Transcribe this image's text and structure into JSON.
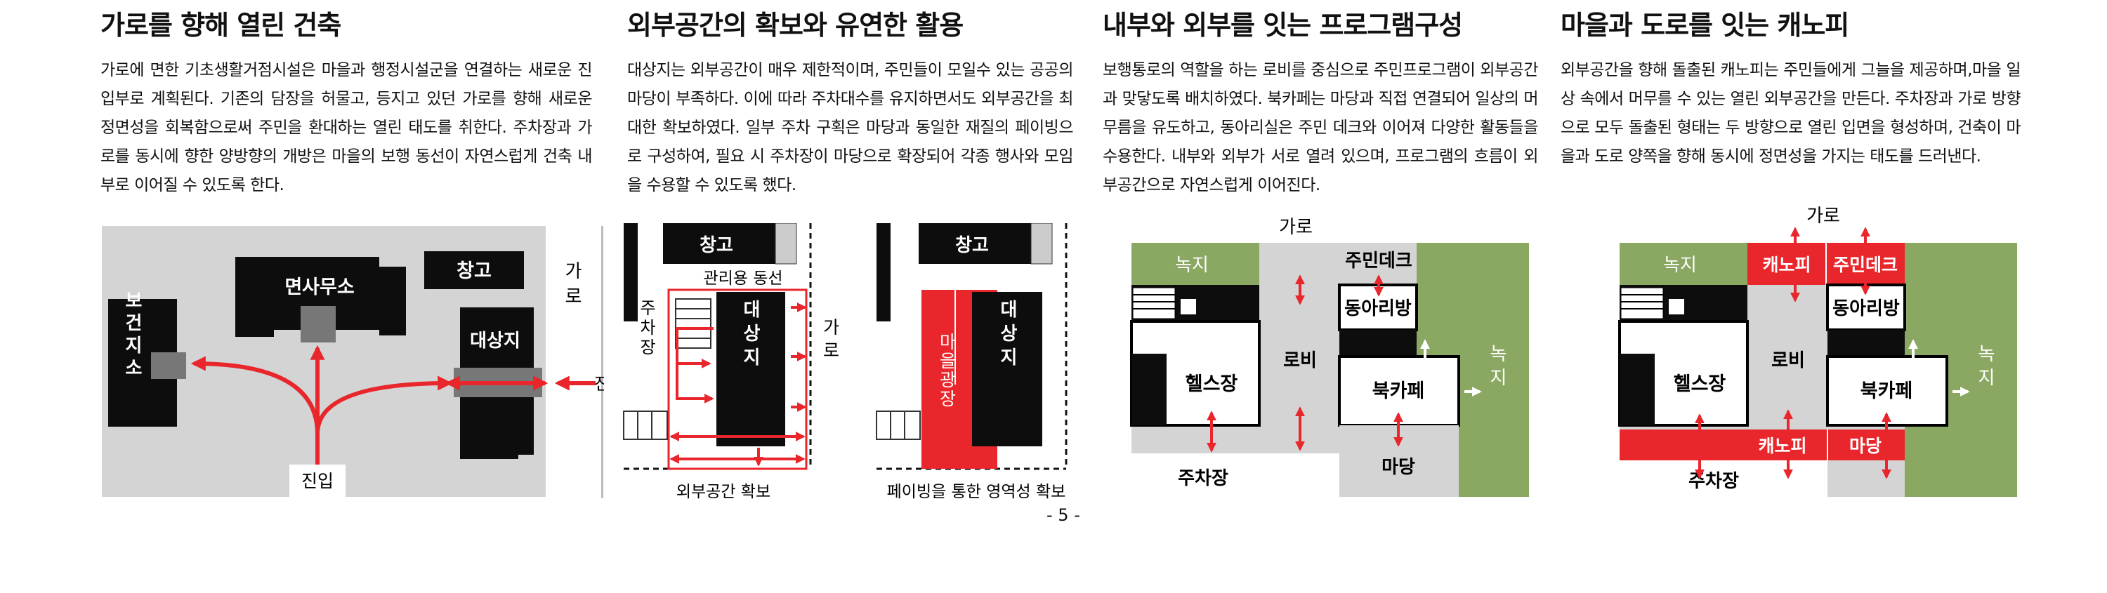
{
  "sections": [
    {
      "title": "가로를 향해 열린 건축",
      "body": "가로에 면한 기초생활거점시설은 마을과 행정시설군을 연결하는 새로운 진입부로 계획된다. 기존의 담장을 허물고, 등지고 있던 가로를 향해 새로운 정면성을 회복함으로써 주민을 환대하는 열린 태도를 취한다. 주차장과 가로를 동시에 향한 양방향의 개방은 마을의 보행 동선이 자연스럽게 건축 내부로 이어질 수 있도록 한다."
    },
    {
      "title": "외부공간의 확보와 유연한 활용",
      "body": "대상지는 외부공간이 매우 제한적이며, 주민들이 모일수 있는 공공의 마당이 부족하다. 이에 따라 주차대수를 유지하면서도 외부공간을 최대한 확보하였다. 일부 주차 구획은 마당과 동일한 재질의 페이빙으로 구성하여, 필요 시 주차장이 마당으로 확장되어 각종 행사와 모임을 수용할 수 있도록 했다."
    },
    {
      "title": "내부와 외부를 잇는 프로그램구성",
      "body": "보행통로의 역할을 하는 로비를 중심으로 주민프로그램이 외부공간과 맞닿도록 배치하였다. 북카페는 마당과 직접 연결되어 일상의 머무름을 유도하고, 동아리실은 주민 데크와 이어져 다양한 활동들을 수용한다. 내부와 외부가 서로 열려 있으며, 프로그램의 흐름이 외부공간으로 자연스럽게 이어진다."
    },
    {
      "title": "마을과 도로를 잇는 캐노피",
      "body": "외부공간을 향해 돌출된 캐노피는 주민들에게 그늘을 제공하며,마을 일상 속에서 머무를 수 있는 열린 외부공간을 만든다. 주차장과 가로 방향으로 모두 돌출된 형태는 두 방향으로 열린 입면을 형성하며, 건축이 마을과 도로 양쪽을 향해 동시에 정면성을 가지는 태도를 드러낸다."
    }
  ],
  "diagram1": {
    "health": "보건지소",
    "office": "면사무소",
    "storage": "창고",
    "site": "대상지",
    "street": "가로",
    "entry_right": "진입",
    "entry_bottom": "진입"
  },
  "diagram2": {
    "storage": "창고",
    "mgmt": "관리용 동선",
    "parking": "주차장",
    "site": "대상지",
    "street": "가로",
    "caption": "외부공간 확보"
  },
  "diagram3": {
    "storage": "창고",
    "plaza": "마을광장",
    "site": "대상지",
    "caption": "페이빙을 통한 영역성 확보"
  },
  "diagram4": {
    "street": "가로",
    "green": "녹지",
    "deck": "주민데크",
    "club": "동아리방",
    "lobby": "로비",
    "health": "헬스장",
    "cafe": "북카페",
    "green_right": "녹지",
    "parking": "주차장",
    "yard": "마당"
  },
  "diagram5": {
    "street": "가로",
    "green": "녹지",
    "canopy_top": "캐노피",
    "deck": "주민데크",
    "club": "동아리방",
    "lobby": "로비",
    "health": "헬스장",
    "cafe": "북카페",
    "green_right": "녹지",
    "canopy_bottom": "캐노피",
    "yard": "마당",
    "parking": "주차장"
  },
  "page_number": "- 5 -",
  "colors": {
    "red": "#e8262b",
    "green": "#8aa862",
    "gray": "#d4d4d4",
    "black": "#0d0d0d"
  }
}
